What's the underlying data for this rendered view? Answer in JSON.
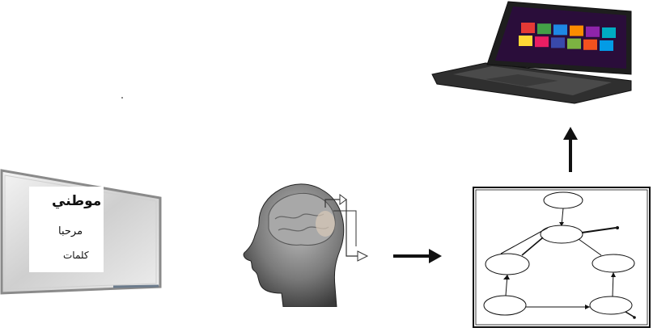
{
  "whiteboard": {
    "words": [
      "موطني",
      "مرحبا",
      "كلمات"
    ]
  },
  "laptop": {
    "screen_tiles": [
      "#e53935",
      "#43a047",
      "#1e88e5",
      "#fb8c00",
      "#8e24aa",
      "#00acc1",
      "#fdd835",
      "#e91e63",
      "#3949ab",
      "#7cb342",
      "#f4511e",
      "#039be5"
    ]
  },
  "colors": {
    "stroke": "#111111",
    "board_frame": "#9a9a9a",
    "screen_bg": "#2a0d3a"
  }
}
